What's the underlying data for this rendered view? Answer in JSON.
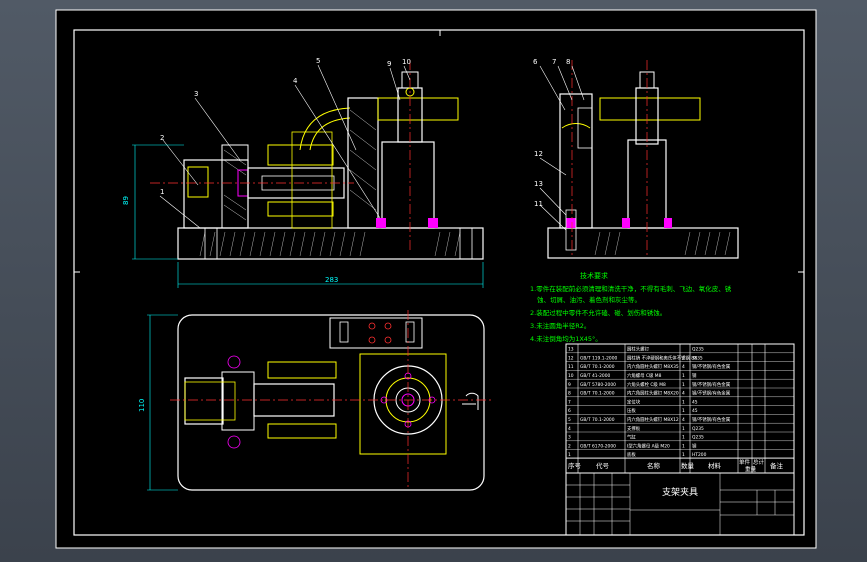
{
  "drawing": {
    "title_block": {
      "title": "支架夹具",
      "header_labels": [
        "序号",
        "代号",
        "名称",
        "数量",
        "材料",
        "单件",
        "总计",
        "备注",
        "重量"
      ]
    },
    "callouts_front": [
      "1",
      "2",
      "3",
      "4",
      "5",
      "9",
      "10"
    ],
    "callouts_side": [
      "6",
      "7",
      "8",
      "12",
      "13",
      "11"
    ],
    "dimensions": {
      "overall_width": "283",
      "overall_height": "89",
      "plan_height": "110"
    },
    "technical_requirements": {
      "heading": "技术要求",
      "items": [
        "1.零件在装配前必须清理和清洗干净，不得有毛刺、飞边、氧化皮、锈",
        "蚀、切屑、油污、着色剂和灰尘等。",
        "2.装配过程中零件不允许磕、碰、划伤和锈蚀。",
        "3.未注圆角半径R2。",
        "4.未注倒角均为1X45°。"
      ]
    },
    "bom_rows": [
      {
        "no": "13",
        "code": "",
        "name": "圆柱头螺钉",
        "qty": "",
        "material": "Q235"
      },
      {
        "no": "12",
        "code": "GB/T 119.1-2000",
        "name": "圆柱销 不淬硬钢和奥氏体不锈钢 8X35",
        "qty": "2",
        "material": "35"
      },
      {
        "no": "11",
        "code": "GB/T 70.1-2000",
        "name": "内六角圆柱头螺钉 M8X35",
        "qty": "4",
        "material": "钢/不锈钢/有色金属"
      },
      {
        "no": "10",
        "code": "GB/T 41-2000",
        "name": "六角螺母 C级 M8",
        "qty": "1",
        "material": "钢"
      },
      {
        "no": "9",
        "code": "GB/T 5780-2000",
        "name": "六角头螺栓 C级 M8",
        "qty": "1",
        "material": "钢/不锈钢/有色金属"
      },
      {
        "no": "8",
        "code": "GB/T 70.1-2000",
        "name": "内六角圆柱头螺钉 M8X20",
        "qty": "4",
        "material": "钢/不锈钢/有色金属"
      },
      {
        "no": "7",
        "code": "",
        "name": "定位块",
        "qty": "1",
        "material": "45"
      },
      {
        "no": "6",
        "code": "",
        "name": "压板",
        "qty": "1",
        "material": "45"
      },
      {
        "no": "5",
        "code": "GB/T 70.1-2000",
        "name": "内六角圆柱头螺钉 M8X12",
        "qty": "4",
        "material": "钢/不锈钢/有色金属"
      },
      {
        "no": "4",
        "code": "",
        "name": "支撑板",
        "qty": "1",
        "material": "Q235"
      },
      {
        "no": "3",
        "code": "",
        "name": "气缸",
        "qty": "1",
        "material": "Q235"
      },
      {
        "no": "2",
        "code": "GB/T 6170-2000",
        "name": "I型六角螺母 A级 M20",
        "qty": "1",
        "material": "钢"
      },
      {
        "no": "1",
        "code": "",
        "name": "底板",
        "qty": "1",
        "material": "HT200"
      }
    ]
  }
}
